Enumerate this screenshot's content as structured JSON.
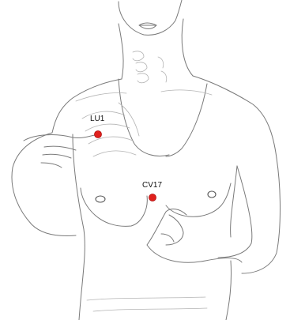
{
  "points": [
    {
      "id": "lu1",
      "label": "LU1",
      "color": "#e0201c"
    },
    {
      "id": "cv17",
      "label": "CV17",
      "color": "#e0201c"
    }
  ]
}
